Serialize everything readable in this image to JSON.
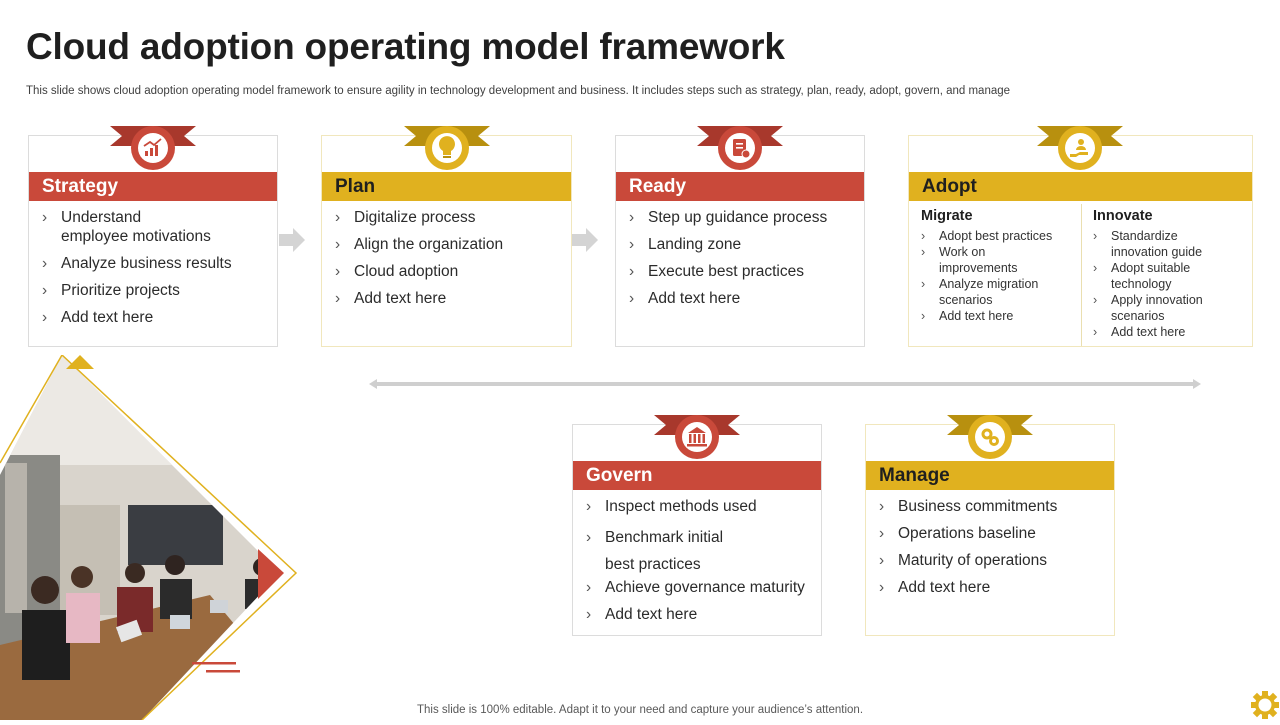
{
  "title": "Cloud adoption operating model framework",
  "subtitle": "This slide shows cloud adoption operating model framework to ensure agility in technology development and business. It includes steps such as strategy, plan, ready, adopt, govern, and manage",
  "colors": {
    "red": "#c9493a",
    "yellow": "#e0b11f"
  },
  "cards": {
    "strategy": {
      "label": "Strategy",
      "icon": "growth-chart-icon",
      "items": [
        "Understand employee motivations",
        "Analyze  business results",
        "Prioritize projects",
        "Add text here"
      ]
    },
    "plan": {
      "label": "Plan",
      "icon": "idea-plan-icon",
      "items": [
        "Digitalize process",
        "Align the organization",
        "Cloud adoption",
        "Add text here"
      ]
    },
    "ready": {
      "label": "Ready",
      "icon": "checklist-icon",
      "items": [
        "Step up guidance process",
        "Landing zone",
        "Execute best practices",
        "Add text here"
      ]
    },
    "adopt": {
      "label": "Adopt",
      "icon": "hand-user-icon",
      "migrate": {
        "heading": "Migrate",
        "items": [
          "Adopt best practices",
          "Work on improvements",
          "Analyze migration scenarios",
          "Add text here"
        ]
      },
      "innovate": {
        "heading": "Innovate",
        "items": [
          "Standardize innovation  guide",
          "Adopt suitable technology",
          "Apply innovation  scenarios",
          "Add text here"
        ]
      }
    },
    "govern": {
      "label": "Govern",
      "icon": "institution-icon",
      "items": [
        "Inspect methods used",
        "Benchmark initial best practices",
        "Achieve governance maturity",
        "Add text here"
      ]
    },
    "manage": {
      "label": "Manage",
      "icon": "gears-icon",
      "items": [
        "Business commitments",
        "Operations baseline",
        "Maturity  of operations",
        "Add text here"
      ]
    }
  },
  "footer": "This slide is 100% editable. Adapt it to your need and capture your audience’s attention."
}
